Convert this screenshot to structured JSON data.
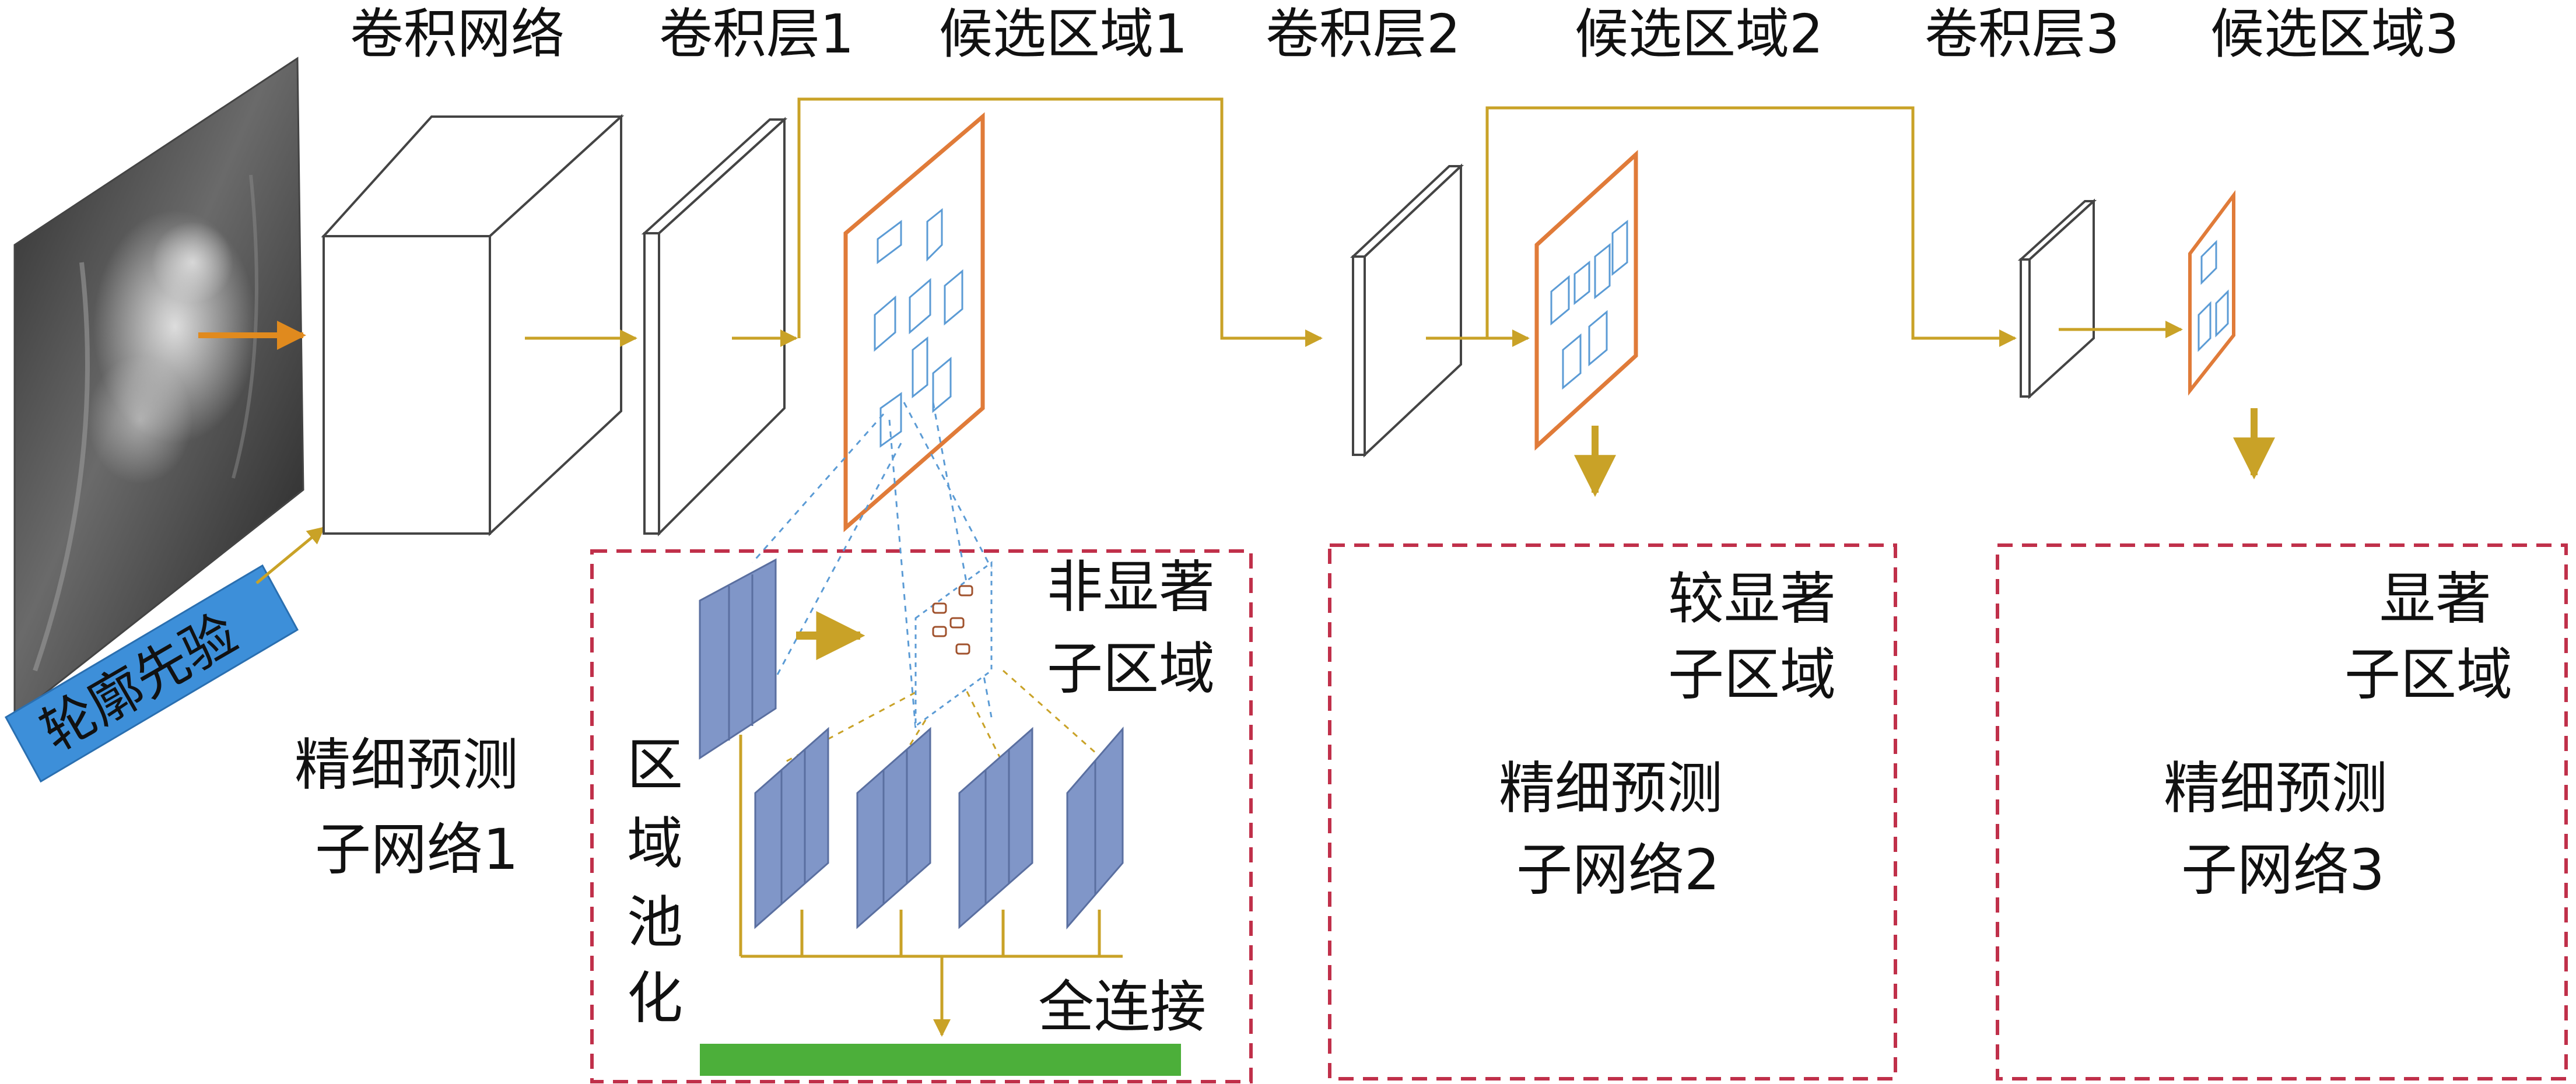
{
  "header": {
    "conv_net": "卷积网络",
    "conv_layer_1": "卷积层1",
    "candidate_region_1": "候选区域1",
    "conv_layer_2": "卷积层2",
    "candidate_region_2": "候选区域2",
    "conv_layer_3": "卷积层3",
    "candidate_region_3": "候选区域3"
  },
  "input": {
    "contour_prior": "轮廓先验",
    "image_icon": "grayscale-photo"
  },
  "subnet1": {
    "label_line1": "精细预测",
    "label_line2": "子网络1",
    "roi_pooling_chars": [
      "区",
      "域",
      "池",
      "化"
    ],
    "non_salient_line1": "非显著",
    "non_salient_line2": "子区域",
    "fully_connected": "全连接"
  },
  "subnet2": {
    "salient_line1": "较显著",
    "salient_line2": "子区域",
    "label_line1": "精细预测",
    "label_line2": "子网络2"
  },
  "subnet3": {
    "salient_line1": "显著",
    "salient_line2": "子区域",
    "label_line1": "精细预测",
    "label_line2": "子网络3"
  },
  "colors": {
    "arrow": "#c9a227",
    "dashed_box": "#c0304a",
    "candidate_border": "#e07b39",
    "fc_bar": "#4caf3a",
    "feature_map": "#8096c8",
    "contour_badge": "#3d8fd9"
  }
}
